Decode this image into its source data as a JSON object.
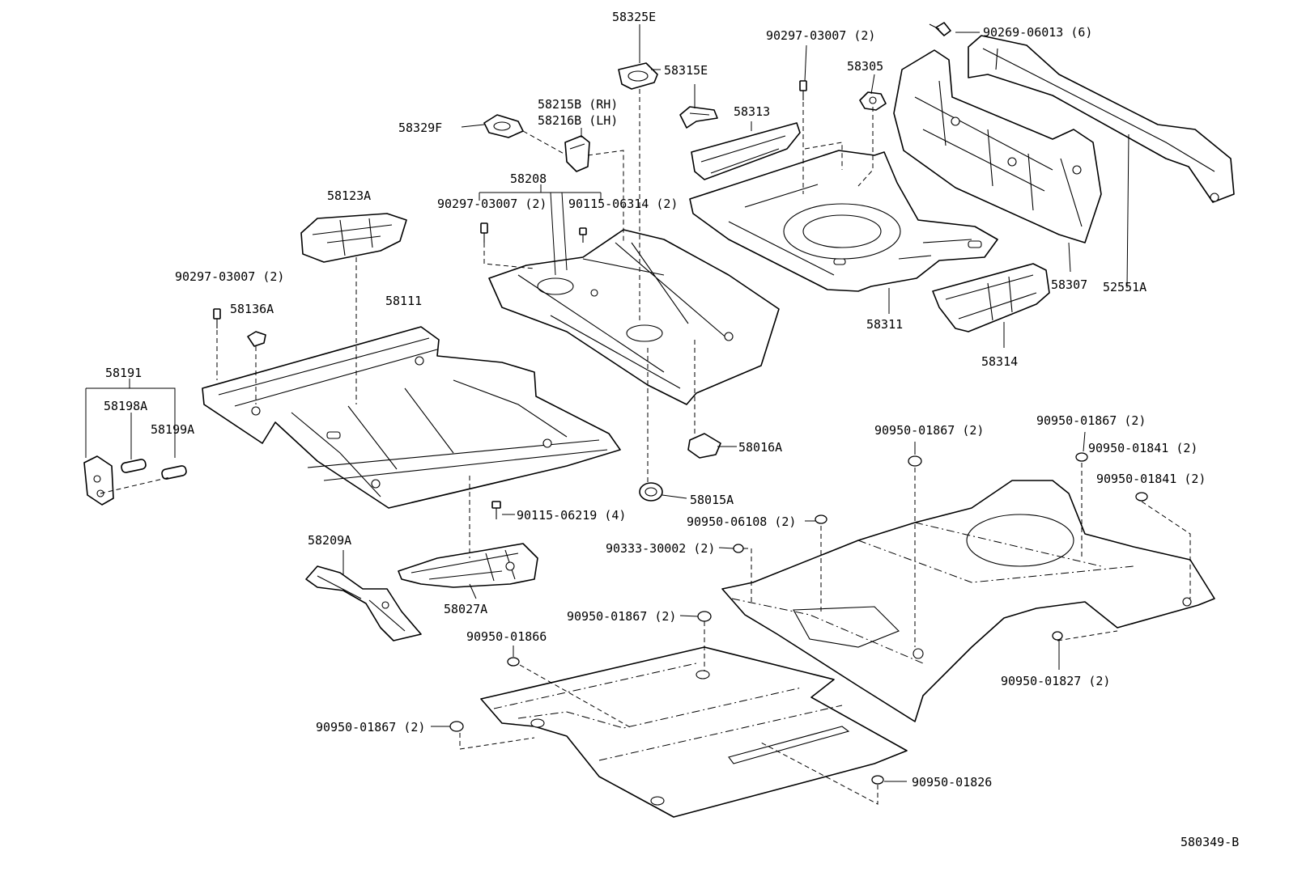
{
  "diagram": {
    "code": "580349-B",
    "labels": {
      "p58325E": "58325E",
      "p58315E": "58315E",
      "p58215B": "58215B (RH)",
      "p58216B": "58216B (LH)",
      "p58329F": "58329F",
      "p58208": "58208",
      "p58123A": "58123A",
      "b90297_03007_a": "90297-03007 (2)",
      "b90115_06314": "90115-06314 (2)",
      "b90297_03007_b": "90297-03007 (2)",
      "p58136A": "58136A",
      "p58111": "58111",
      "p58191": "58191",
      "p58198A": "58198A",
      "p58199A": "58199A",
      "b90297_03007_c": "90297-03007 (2)",
      "p58305": "58305",
      "p58313": "58313",
      "b90269_06013": "90269-06013 (6)",
      "p58307": "58307",
      "p52551A": "52551A",
      "p58311": "58311",
      "p58314": "58314",
      "p58016A": "58016A",
      "p58015A": "58015A",
      "b90115_06219": "90115-06219 (4)",
      "p58209A": "58209A",
      "p58027A": "58027A",
      "g90950_06108": "90950-06108 (2)",
      "g90333_30002": "90333-30002 (2)",
      "g90950_01867_a": "90950-01867 (2)",
      "g90950_01867_b": "90950-01867 (2)",
      "g90950_01841_a": "90950-01841 (2)",
      "g90950_01841_b": "90950-01841 (2)",
      "g90950_01867_c": "90950-01867 (2)",
      "g90950_01866": "90950-01866",
      "g90950_01867_d": "90950-01867 (2)",
      "g90950_01827": "90950-01827 (2)",
      "g90950_01826": "90950-01826"
    }
  }
}
